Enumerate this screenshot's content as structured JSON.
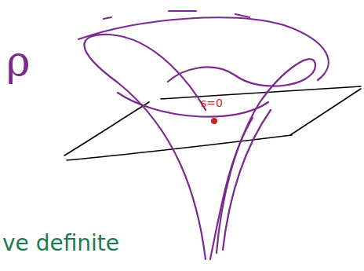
{
  "diagram": {
    "labels": [
      "ρ",
      "s=0",
      "ve definite"
    ]
  }
}
